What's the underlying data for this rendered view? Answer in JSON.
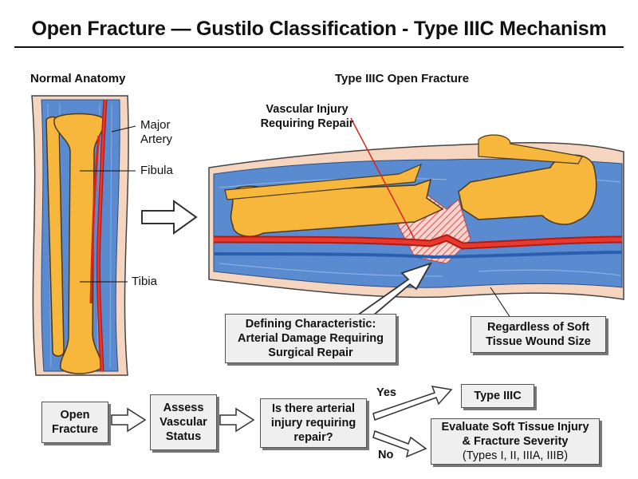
{
  "title": "Open Fracture — Gustilo Classification - Type IIIC Mechanism",
  "left_panel": {
    "heading": "Normal Anatomy",
    "labels": {
      "artery": "Major\nArtery",
      "fibula": "Fibula",
      "tibia": "Tibia"
    }
  },
  "right_panel": {
    "heading": "Type IIIC Open Fracture",
    "vascular_injury_label": "Vascular Injury\nRequiring Repair",
    "defining_box": "Defining Characteristic:\nArterial Damage Requiring\nSurgical Repair",
    "soft_tissue_box": "Regardless of Soft\nTissue Wound Size"
  },
  "flow": {
    "open_fracture": "Open\nFracture",
    "assess": "Assess\nVascular\nStatus",
    "question": "Is there arterial\ninjury requiring\nrepair?",
    "yes_label": "Yes",
    "no_label": "No",
    "type_iiic": "Type IIIC",
    "evaluate": "Evaluate Soft Tissue Injury\n& Fracture Severity",
    "evaluate_sub": "(Types I, II, IIIA, IIIB)"
  },
  "colors": {
    "bone": "#f6b73c",
    "bone_outline": "#4a3a1a",
    "muscle": "#4a7fc4",
    "skin": "#f5d5bf",
    "artery": "#d9251c",
    "box_fill": "#efefef"
  }
}
